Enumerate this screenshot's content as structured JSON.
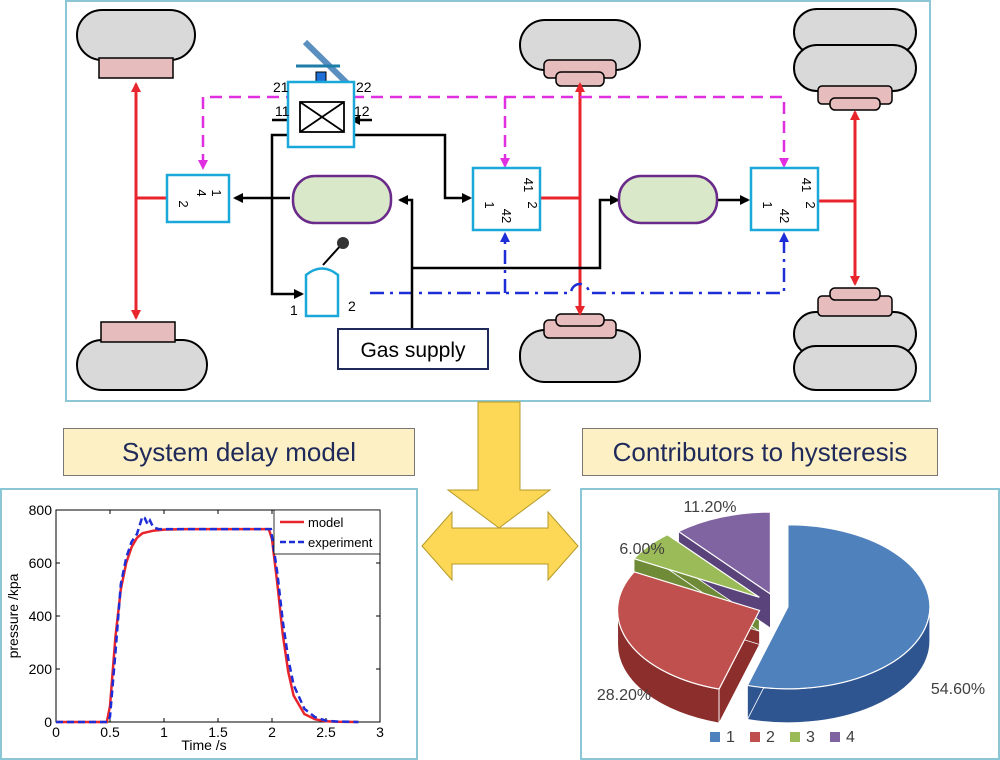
{
  "schematic": {
    "gas_supply": "Gas supply",
    "pedal_valve_ports": {
      "p21": "21",
      "p22": "22",
      "p11": "11",
      "p12": "12"
    },
    "front_relay_ports": {
      "p4": "4",
      "p1": "1",
      "p2": "2"
    },
    "mid_relay_ports": {
      "p41": "41",
      "p42": "42",
      "p1": "1",
      "p2": "2"
    },
    "rear_relay_ports": {
      "p41": "41",
      "p42": "42",
      "p1": "1",
      "p2": "2"
    },
    "hand_valve_ports": {
      "p1": "1",
      "p2": "2"
    }
  },
  "left_title": "System delay model",
  "right_title": "Contributors to hysteresis",
  "chart_data": [
    {
      "type": "line",
      "title": "",
      "xlabel": "Time /s",
      "ylabel": "pressure /kpa",
      "xlim": [
        0,
        3
      ],
      "ylim": [
        0,
        800
      ],
      "xticks": [
        "0",
        "0.5",
        "1",
        "1.5",
        "2",
        "2.5",
        "3"
      ],
      "yticks": [
        "0",
        "200",
        "400",
        "600",
        "800"
      ],
      "legend": "top-right",
      "series": [
        {
          "name": "model",
          "color": "#e8242c",
          "dash": "solid",
          "x": [
            0,
            0.47,
            0.5,
            0.55,
            0.6,
            0.65,
            0.7,
            0.75,
            0.8,
            0.9,
            1.0,
            1.2,
            1.5,
            1.97,
            2.0,
            2.05,
            2.1,
            2.15,
            2.2,
            2.3,
            2.4,
            2.5,
            2.6,
            2.8
          ],
          "y": [
            0,
            0,
            60,
            320,
            500,
            600,
            660,
            695,
            712,
            722,
            726,
            728,
            728,
            728,
            690,
            520,
            330,
            190,
            100,
            30,
            10,
            3,
            1,
            0
          ]
        },
        {
          "name": "experiment",
          "color": "#1e2ed6",
          "dash": "dashed",
          "x": [
            0,
            0.48,
            0.5,
            0.55,
            0.6,
            0.65,
            0.7,
            0.75,
            0.8,
            0.82,
            0.85,
            0.87,
            0.9,
            0.95,
            1.0,
            1.2,
            1.5,
            1.99,
            2.0,
            2.05,
            2.1,
            2.15,
            2.2,
            2.3,
            2.4,
            2.5,
            2.6,
            2.8
          ],
          "y": [
            0,
            0,
            20,
            260,
            520,
            620,
            680,
            710,
            775,
            770,
            745,
            760,
            735,
            728,
            728,
            728,
            728,
            728,
            700,
            560,
            380,
            240,
            140,
            50,
            18,
            5,
            2,
            0
          ]
        }
      ]
    },
    {
      "type": "pie",
      "title": "",
      "legend": "bottom",
      "labels": [
        "1",
        "2",
        "3",
        "4"
      ],
      "values": [
        54.6,
        28.2,
        6.0,
        11.2
      ],
      "value_labels": [
        "54.60%",
        "28.20%",
        "6.00%",
        "11.20%"
      ],
      "colors": [
        "#4f81bd",
        "#c0504d",
        "#9bbb59",
        "#8064a2"
      ],
      "side_colors": [
        "#2f5591",
        "#8c2e2c",
        "#6f8b38",
        "#5a437a"
      ],
      "exploded": true,
      "style": "3d"
    }
  ]
}
